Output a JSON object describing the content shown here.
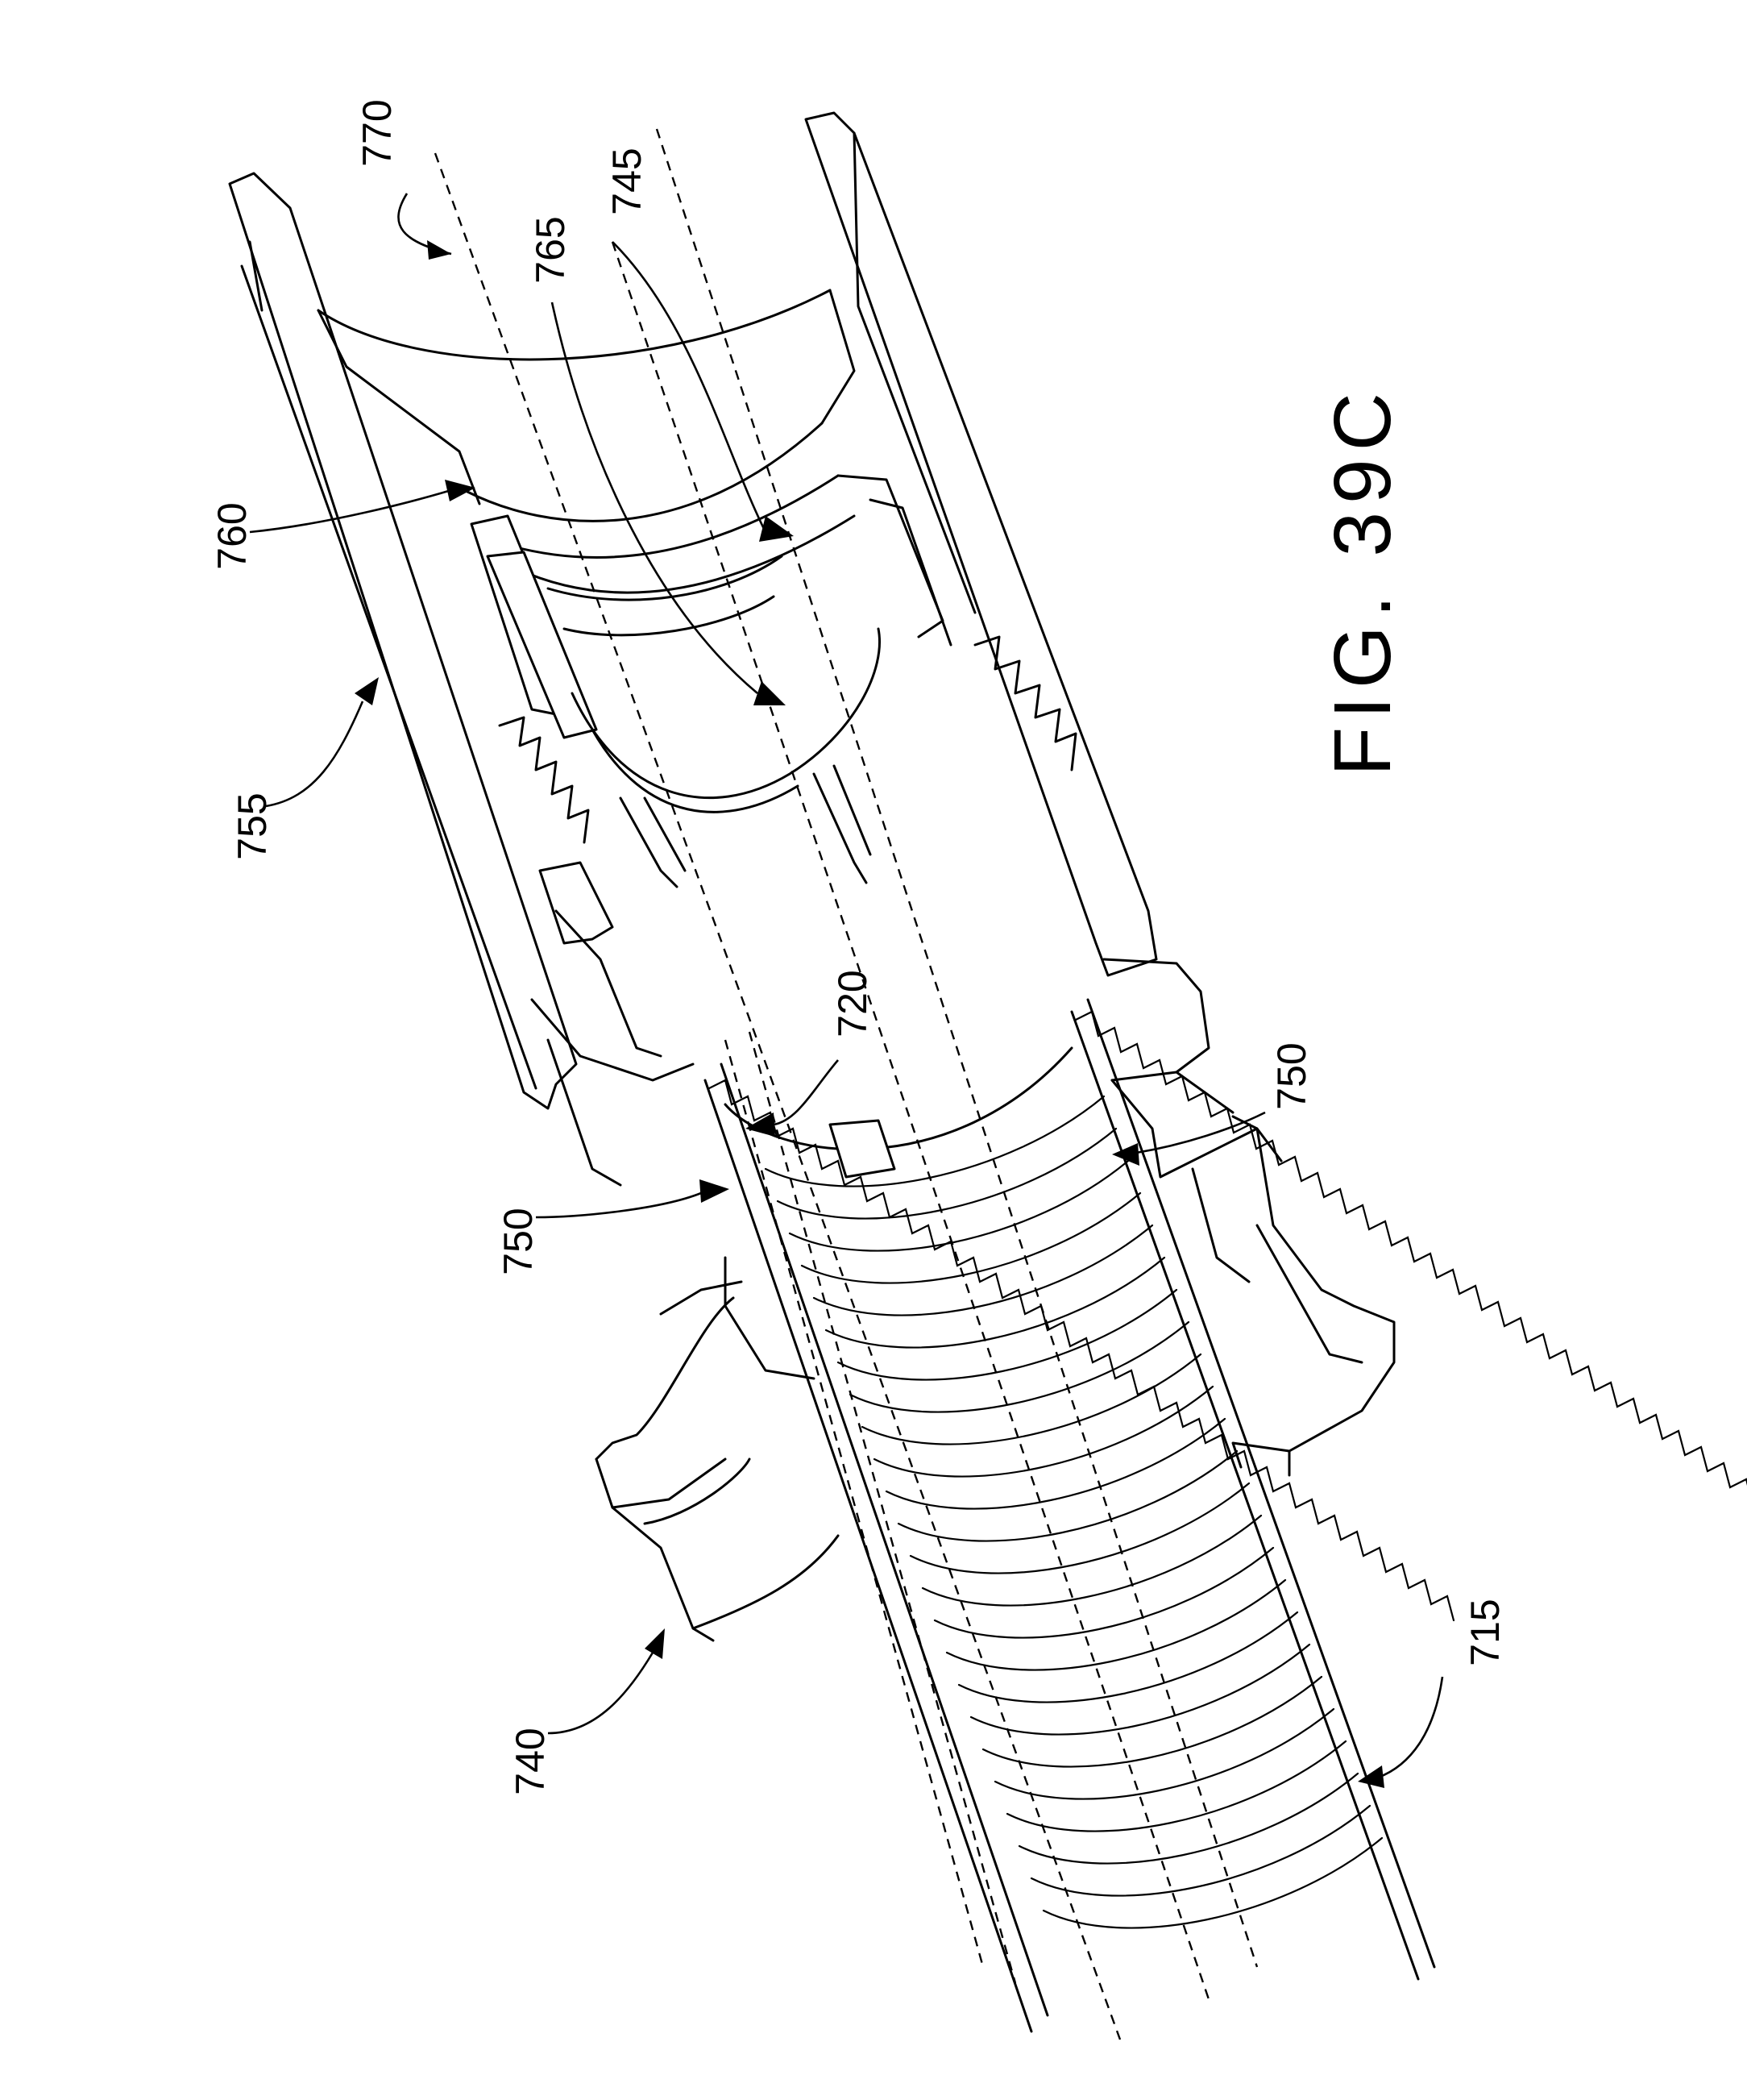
{
  "figure": {
    "title": "FIG. 39C",
    "labels": {
      "r770": "770",
      "r745": "745",
      "r765": "765",
      "r760": "760",
      "r755": "755",
      "r720": "720",
      "r750a": "750",
      "r750b": "750",
      "r740": "740",
      "r715": "715"
    }
  }
}
